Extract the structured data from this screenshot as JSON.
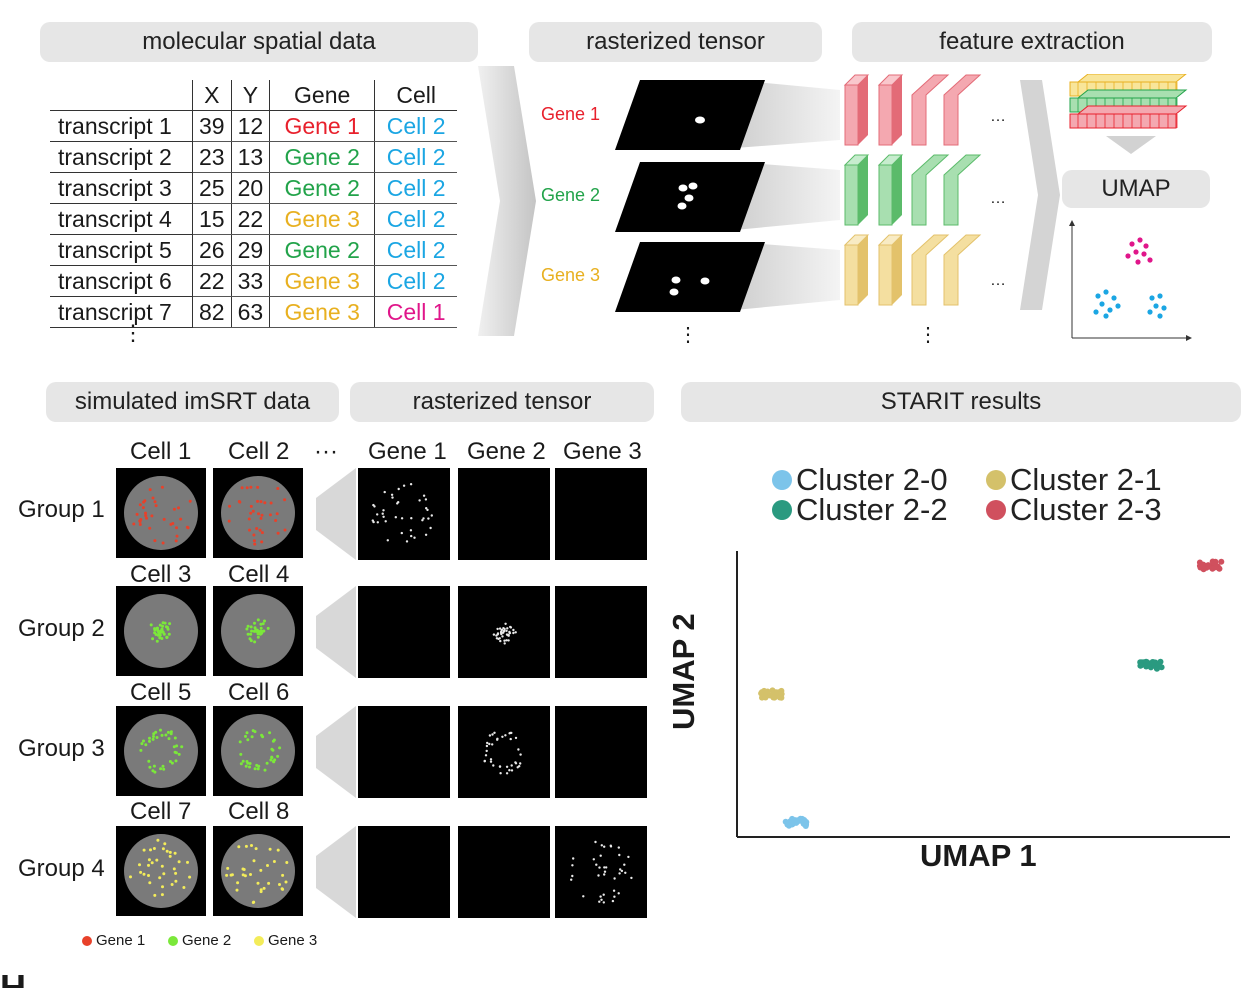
{
  "colors": {
    "gene1": "#e8202c",
    "gene2": "#22a34a",
    "gene3": "#e8b020",
    "cell2": "#1ba6e3",
    "cell1": "#e0168a",
    "cluster_2_0": "#7cc4ea",
    "cluster_2_1": "#d4c16a",
    "cluster_2_2": "#2a9a80",
    "cluster_2_3": "#d0505e",
    "sim_gene1": "#e8412a",
    "sim_gene2": "#7be83a",
    "sim_gene3": "#f3ec5a"
  },
  "top": {
    "molecular_title": "molecular spatial data",
    "raster_title": "rasterized tensor",
    "feature_title": "feature extraction",
    "umap_label": "UMAP",
    "ellipsis": "…",
    "vdots": "⋮"
  },
  "table": {
    "headers": [
      "",
      "X",
      "Y",
      "Gene",
      "Cell"
    ],
    "rows": [
      {
        "name": "transcript 1",
        "x": "39",
        "y": "12",
        "gene": "Gene 1",
        "cell": "Cell 2"
      },
      {
        "name": "transcript 2",
        "x": "23",
        "y": "13",
        "gene": "Gene 2",
        "cell": "Cell 2"
      },
      {
        "name": "transcript 3",
        "x": "25",
        "y": "20",
        "gene": "Gene 2",
        "cell": "Cell 2"
      },
      {
        "name": "transcript 4",
        "x": "15",
        "y": "22",
        "gene": "Gene 3",
        "cell": "Cell 2"
      },
      {
        "name": "transcript 5",
        "x": "26",
        "y": "29",
        "gene": "Gene 2",
        "cell": "Cell 2"
      },
      {
        "name": "transcript 6",
        "x": "22",
        "y": "33",
        "gene": "Gene 3",
        "cell": "Cell 2"
      },
      {
        "name": "transcript 7",
        "x": "82",
        "y": "63",
        "gene": "Gene 3",
        "cell": "Cell 1"
      }
    ]
  },
  "raster": {
    "gene_labels": [
      "Gene 1",
      "Gene 2",
      "Gene 3"
    ]
  },
  "bottom": {
    "sim_title": "simulated imSRT data",
    "raster_title": "rasterized tensor",
    "results_title": "STARIT results",
    "cell_labels": [
      "Cell 1",
      "Cell 2",
      "Cell 3",
      "Cell 4",
      "Cell 5",
      "Cell 6",
      "Cell 7",
      "Cell 8"
    ],
    "group_labels": [
      "Group 1",
      "Group 2",
      "Group 3",
      "Group 4"
    ],
    "gene_headers": [
      "Gene 1",
      "Gene 2",
      "Gene 3"
    ],
    "ellipsis": "···",
    "legend": [
      "Gene 1",
      "Gene 2",
      "Gene 3"
    ]
  },
  "chart_data": {
    "type": "scatter",
    "xlabel": "UMAP 1",
    "ylabel": "UMAP 2",
    "legend_placement": "top",
    "series": [
      {
        "name": "Cluster 2-0",
        "center": [
          0.12,
          0.05
        ]
      },
      {
        "name": "Cluster 2-1",
        "center": [
          0.07,
          0.5
        ]
      },
      {
        "name": "Cluster 2-2",
        "center": [
          0.84,
          0.6
        ]
      },
      {
        "name": "Cluster 2-3",
        "center": [
          0.96,
          0.95
        ]
      }
    ]
  },
  "partial_label": "H"
}
